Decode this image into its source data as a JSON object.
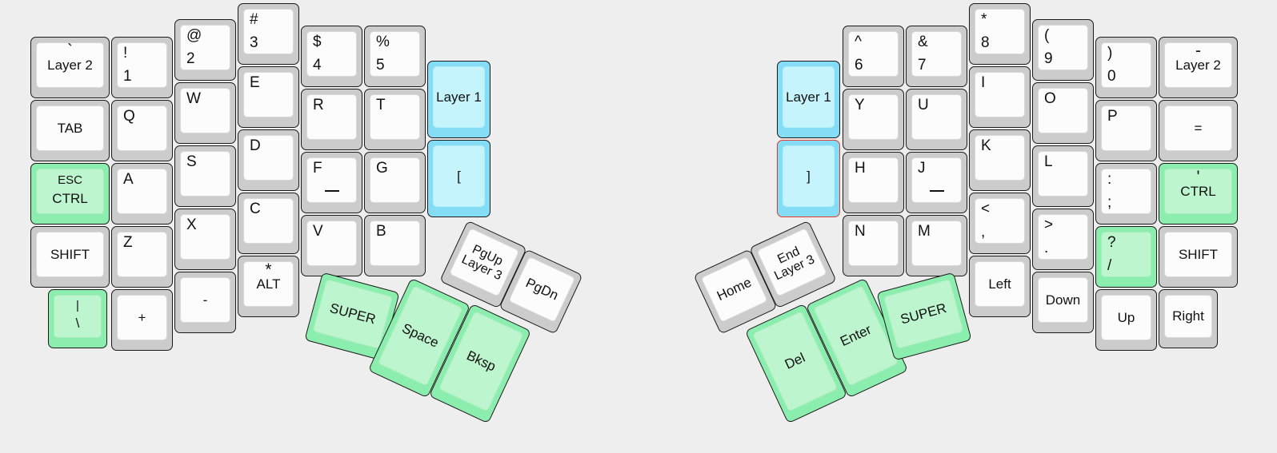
{
  "meta": {
    "title": "Split ergonomic keyboard layout",
    "background": "#eeeeee",
    "key_body": "#cccccc",
    "key_cap": "#fcfcfc",
    "accent_green": "#8ceeae",
    "accent_green_cap": "#bdf5cf",
    "accent_blue": "#84dcf5",
    "accent_blue_cap": "#c6f4fd",
    "selection_outline": "#e8392c",
    "outline": "#1a1a1a"
  },
  "left": {
    "col1": {
      "name": "pinky-outer-column",
      "keys": [
        {
          "name": "key-grave-layer2",
          "top": "`",
          "main": "Layer 2",
          "color": "white"
        },
        {
          "name": "key-tab",
          "top": "",
          "main": "TAB",
          "color": "white"
        },
        {
          "name": "key-esc-ctrl",
          "top": "ESC",
          "main": "CTRL",
          "color": "green"
        },
        {
          "name": "key-shift-left",
          "top": "",
          "main": "SHIFT",
          "color": "white"
        },
        {
          "name": "key-pipe-backslash",
          "top": "|",
          "main": "\\",
          "color": "green"
        }
      ]
    },
    "col2": {
      "name": "pinky-column",
      "keys": [
        {
          "name": "key-1",
          "top": "!",
          "main": "1",
          "color": "white"
        },
        {
          "name": "key-q",
          "top": "Q",
          "main": "",
          "color": "white"
        },
        {
          "name": "key-a",
          "top": "A",
          "main": "",
          "color": "white"
        },
        {
          "name": "key-z",
          "top": "Z",
          "main": "",
          "color": "white"
        },
        {
          "name": "key-plus",
          "top": "",
          "main": "+",
          "color": "white"
        }
      ]
    },
    "col3": {
      "name": "ring-column",
      "keys": [
        {
          "name": "key-2",
          "top": "@",
          "main": "2",
          "color": "white"
        },
        {
          "name": "key-w",
          "top": "W",
          "main": "",
          "color": "white"
        },
        {
          "name": "key-s",
          "top": "S",
          "main": "",
          "color": "white"
        },
        {
          "name": "key-x",
          "top": "X",
          "main": "",
          "color": "white"
        },
        {
          "name": "key-minus",
          "top": "",
          "main": "-",
          "color": "white"
        }
      ]
    },
    "col4": {
      "name": "middle-column",
      "keys": [
        {
          "name": "key-3",
          "top": "#",
          "main": "3",
          "color": "white"
        },
        {
          "name": "key-e",
          "top": "E",
          "main": "",
          "color": "white"
        },
        {
          "name": "key-d",
          "top": "D",
          "main": "",
          "color": "white"
        },
        {
          "name": "key-c",
          "top": "C",
          "main": "",
          "color": "white"
        },
        {
          "name": "key-asterisk-alt",
          "top": "*",
          "main": "ALT",
          "color": "white"
        }
      ]
    },
    "col5": {
      "name": "index-column",
      "keys": [
        {
          "name": "key-4",
          "top": "$",
          "main": "4",
          "color": "white"
        },
        {
          "name": "key-r",
          "top": "R",
          "main": "",
          "color": "white"
        },
        {
          "name": "key-f",
          "top": "F",
          "main": "",
          "color": "white",
          "homing": true
        },
        {
          "name": "key-v",
          "top": "V",
          "main": "",
          "color": "white"
        }
      ]
    },
    "col6": {
      "name": "index-inner-column",
      "keys": [
        {
          "name": "key-5",
          "top": "%",
          "main": "5",
          "color": "white"
        },
        {
          "name": "key-t",
          "top": "T",
          "main": "",
          "color": "white"
        },
        {
          "name": "key-g",
          "top": "G",
          "main": "",
          "color": "white"
        },
        {
          "name": "key-b",
          "top": "B",
          "main": "",
          "color": "white"
        }
      ]
    },
    "col7": {
      "name": "inner-layer-column",
      "keys": [
        {
          "name": "key-layer1-left",
          "top": "",
          "main": "Layer 1",
          "color": "blue"
        },
        {
          "name": "key-bracket-left",
          "top": "",
          "main": "[",
          "color": "blue"
        }
      ]
    },
    "thumb": {
      "name": "left-thumb-cluster",
      "keys": [
        {
          "name": "key-super-left",
          "main": "SUPER",
          "color": "green"
        },
        {
          "name": "key-pgup-layer3",
          "line1": "PgUp",
          "line2": "Layer 3",
          "color": "white"
        },
        {
          "name": "key-pgdn",
          "main": "PgDn",
          "color": "white"
        },
        {
          "name": "key-space",
          "main": "Space",
          "color": "green"
        },
        {
          "name": "key-bksp",
          "main": "Bksp",
          "color": "green"
        }
      ]
    }
  },
  "right": {
    "col1": {
      "name": "inner-layer-column-right",
      "keys": [
        {
          "name": "key-layer1-right",
          "top": "",
          "main": "Layer 1",
          "color": "blue"
        },
        {
          "name": "key-bracket-right",
          "top": "",
          "main": "]",
          "color": "blue",
          "selected": true
        }
      ]
    },
    "col2": {
      "name": "index-inner-column-right",
      "keys": [
        {
          "name": "key-6",
          "top": "^",
          "main": "6",
          "color": "white"
        },
        {
          "name": "key-y",
          "top": "Y",
          "main": "",
          "color": "white"
        },
        {
          "name": "key-h",
          "top": "H",
          "main": "",
          "color": "white"
        },
        {
          "name": "key-n",
          "top": "N",
          "main": "",
          "color": "white"
        }
      ]
    },
    "col3": {
      "name": "index-column-right",
      "keys": [
        {
          "name": "key-7",
          "top": "&",
          "main": "7",
          "color": "white"
        },
        {
          "name": "key-u",
          "top": "U",
          "main": "",
          "color": "white"
        },
        {
          "name": "key-j",
          "top": "J",
          "main": "",
          "color": "white",
          "homing": true
        },
        {
          "name": "key-m",
          "top": "M",
          "main": "",
          "color": "white"
        }
      ]
    },
    "col4": {
      "name": "middle-column-right",
      "keys": [
        {
          "name": "key-8",
          "top": "*",
          "main": "8",
          "color": "white"
        },
        {
          "name": "key-i",
          "top": "I",
          "main": "",
          "color": "white"
        },
        {
          "name": "key-k",
          "top": "K",
          "main": "",
          "color": "white"
        },
        {
          "name": "key-comma",
          "top": "<",
          "main": ",",
          "color": "white"
        },
        {
          "name": "key-left",
          "top": "",
          "main": "Left",
          "color": "white"
        }
      ]
    },
    "col5": {
      "name": "ring-column-right",
      "keys": [
        {
          "name": "key-9",
          "top": "(",
          "main": "9",
          "color": "white"
        },
        {
          "name": "key-o",
          "top": "O",
          "main": "",
          "color": "white"
        },
        {
          "name": "key-l",
          "top": "L",
          "main": "",
          "color": "white"
        },
        {
          "name": "key-period",
          "top": ">",
          "main": ".",
          "color": "white"
        },
        {
          "name": "key-down",
          "top": "",
          "main": "Down",
          "color": "white"
        }
      ]
    },
    "col6": {
      "name": "pinky-column-right",
      "keys": [
        {
          "name": "key-0",
          "top": ")",
          "main": "0",
          "color": "white"
        },
        {
          "name": "key-p",
          "top": "P",
          "main": "",
          "color": "white"
        },
        {
          "name": "key-semicolon",
          "top": ":",
          "main": ";",
          "color": "white"
        },
        {
          "name": "key-slash",
          "top": "?",
          "main": "/",
          "color": "green"
        },
        {
          "name": "key-up",
          "top": "",
          "main": "Up",
          "color": "white"
        }
      ]
    },
    "col7": {
      "name": "pinky-outer-column-right",
      "keys": [
        {
          "name": "key-minus-layer2",
          "top": "-",
          "main": "Layer 2",
          "color": "white"
        },
        {
          "name": "key-equal",
          "top": "",
          "main": "=",
          "color": "white"
        },
        {
          "name": "key-quote-ctrl",
          "top": "'",
          "main": "CTRL",
          "color": "green"
        },
        {
          "name": "key-shift-right",
          "top": "",
          "main": "SHIFT",
          "color": "white"
        },
        {
          "name": "key-right",
          "top": "",
          "main": "Right",
          "color": "white"
        }
      ]
    },
    "thumb": {
      "name": "right-thumb-cluster",
      "keys": [
        {
          "name": "key-home",
          "main": "Home",
          "color": "white"
        },
        {
          "name": "key-end-layer3",
          "line1": "End",
          "line2": "Layer 3",
          "color": "white"
        },
        {
          "name": "key-del",
          "main": "Del",
          "color": "green"
        },
        {
          "name": "key-enter",
          "main": "Enter",
          "color": "green"
        },
        {
          "name": "key-super-right",
          "main": "SUPER",
          "color": "green"
        }
      ]
    }
  }
}
